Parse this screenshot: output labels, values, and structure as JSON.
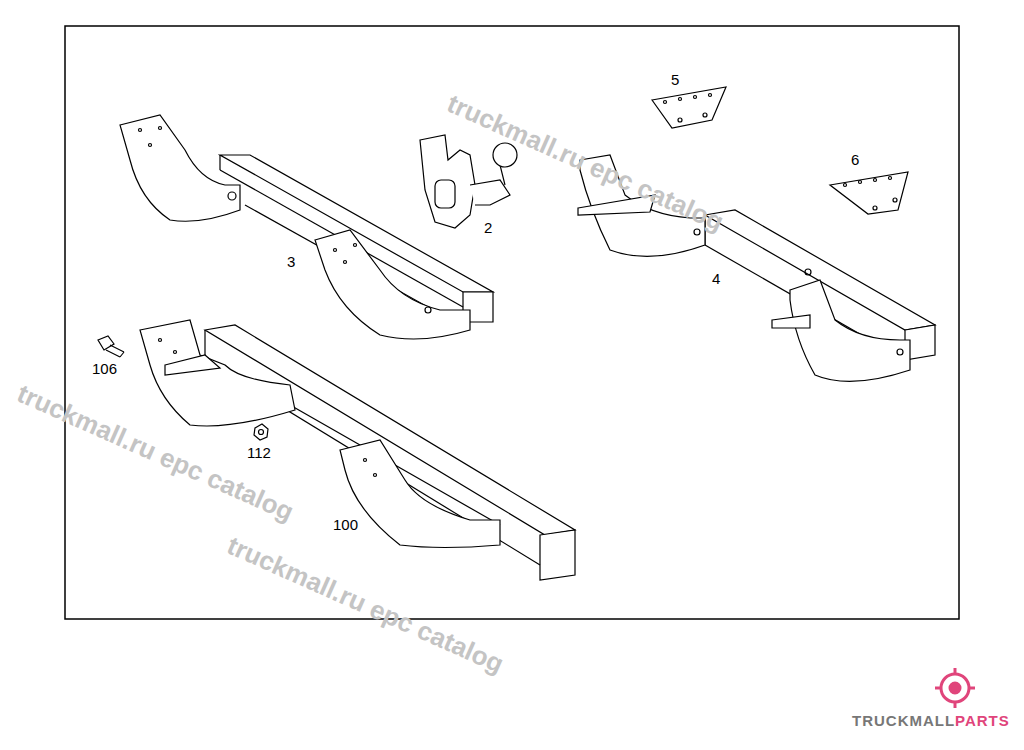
{
  "diagram": {
    "labels": [
      "2",
      "3",
      "4",
      "5",
      "6",
      "100",
      "106",
      "112",
      "truckmall.ru epc catalog",
      "truckmall.ru epc catalog",
      "truckmall.ru epc catalog",
      "TRUCKMALL",
      "PARTS"
    ]
  }
}
